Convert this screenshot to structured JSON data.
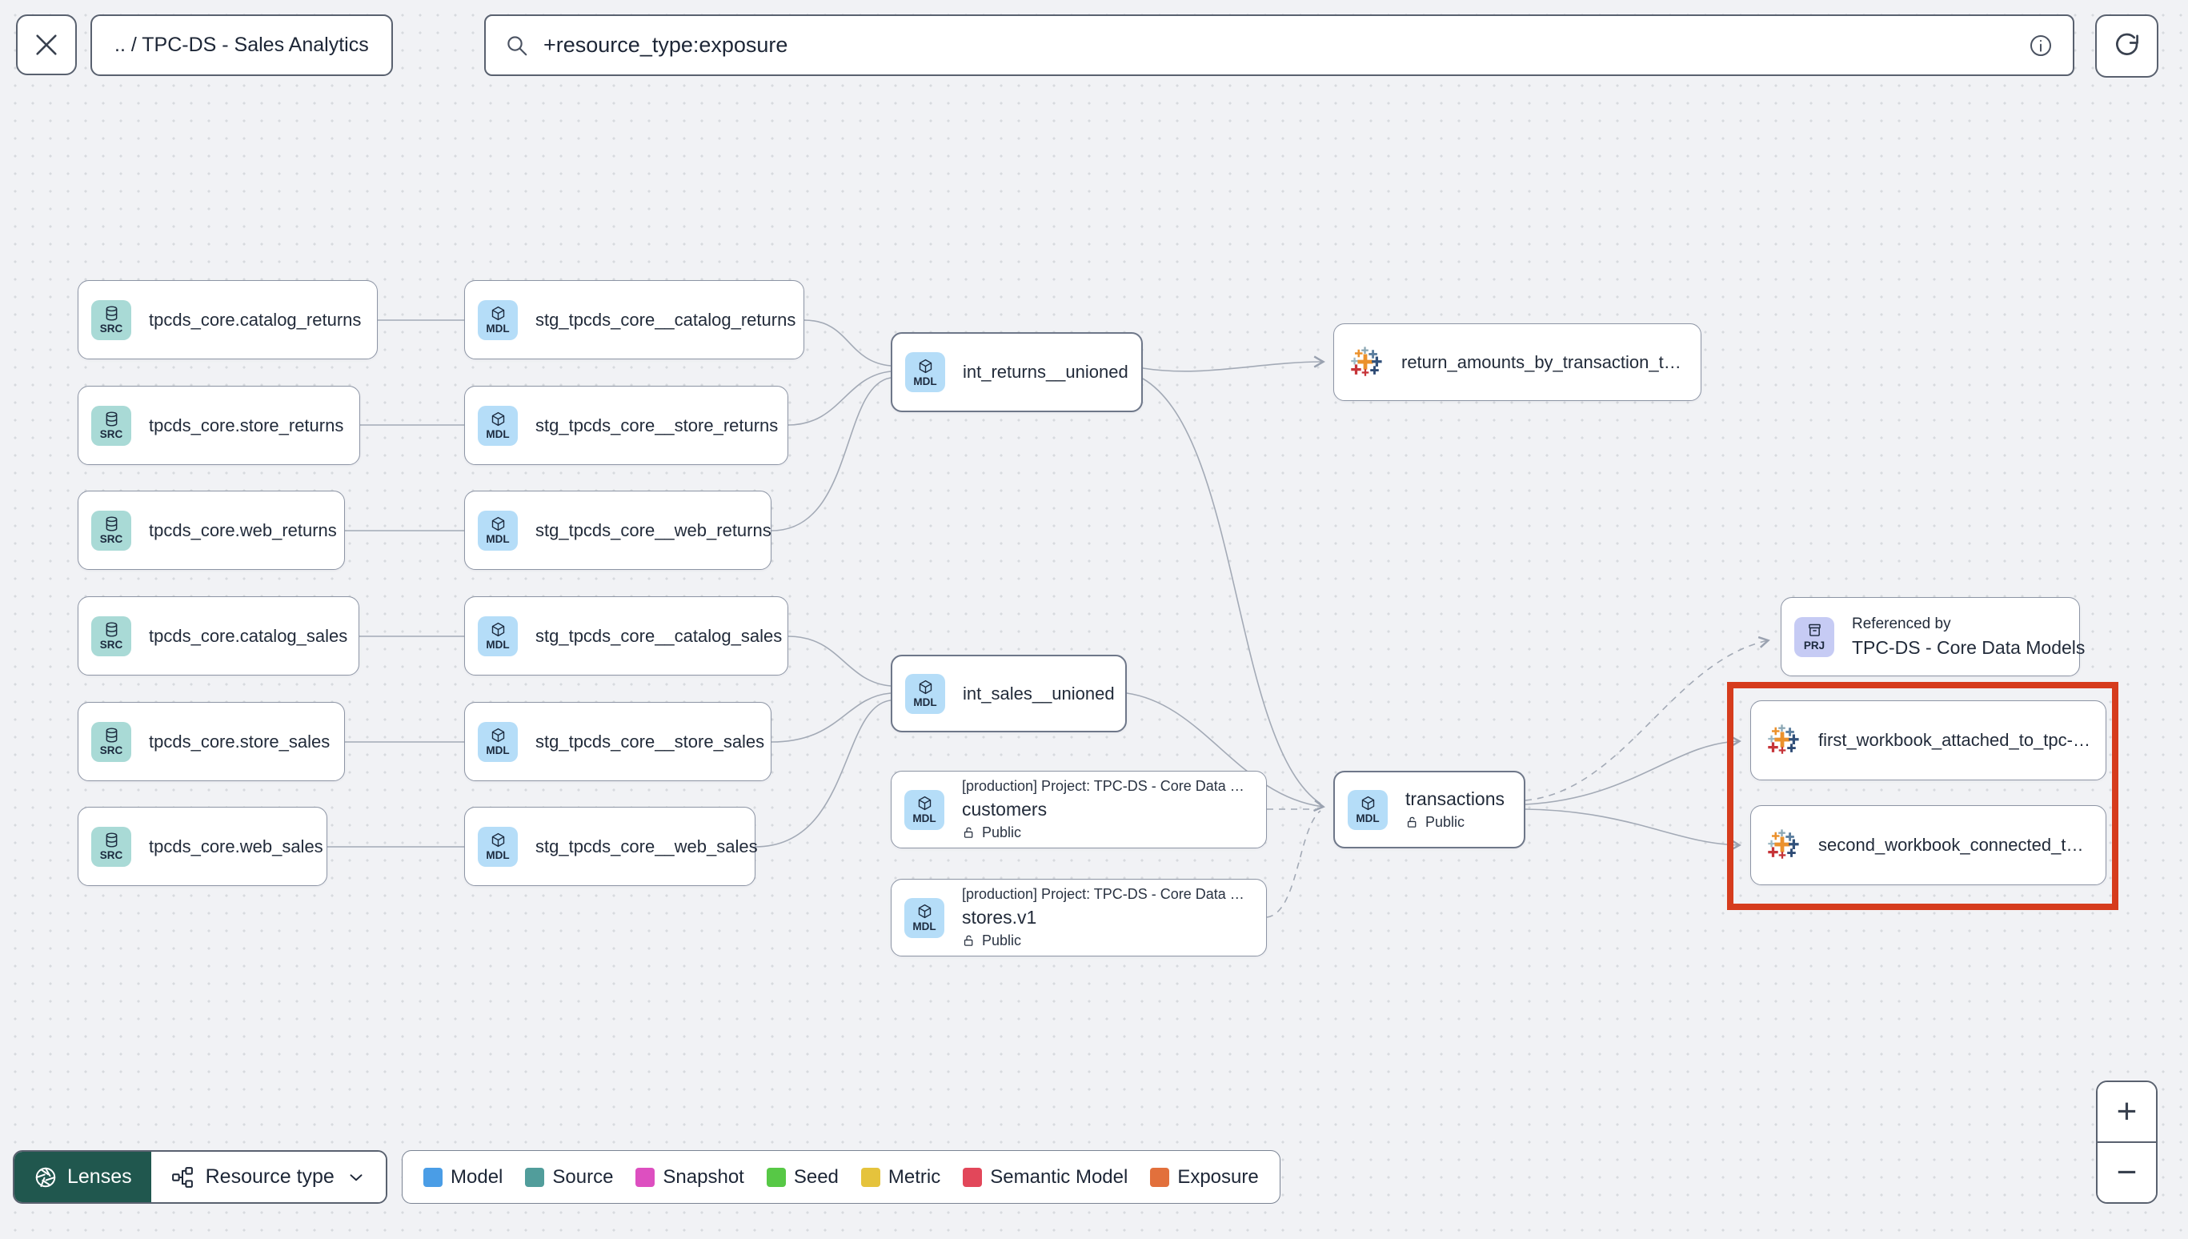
{
  "toolbar": {
    "breadcrumb": ".. / TPC-DS - Sales Analytics",
    "search_value": "+resource_type:exposure"
  },
  "nodes": {
    "src_catalog_returns": {
      "badge": "SRC",
      "label": "tpcds_core.catalog_returns"
    },
    "src_store_returns": {
      "badge": "SRC",
      "label": "tpcds_core.store_returns"
    },
    "src_web_returns": {
      "badge": "SRC",
      "label": "tpcds_core.web_returns"
    },
    "src_catalog_sales": {
      "badge": "SRC",
      "label": "tpcds_core.catalog_sales"
    },
    "src_store_sales": {
      "badge": "SRC",
      "label": "tpcds_core.store_sales"
    },
    "src_web_sales": {
      "badge": "SRC",
      "label": "tpcds_core.web_sales"
    },
    "stg_catalog_returns": {
      "badge": "MDL",
      "label": "stg_tpcds_core__catalog_returns"
    },
    "stg_store_returns": {
      "badge": "MDL",
      "label": "stg_tpcds_core__store_returns"
    },
    "stg_web_returns": {
      "badge": "MDL",
      "label": "stg_tpcds_core__web_returns"
    },
    "stg_catalog_sales": {
      "badge": "MDL",
      "label": "stg_tpcds_core__catalog_sales"
    },
    "stg_store_sales": {
      "badge": "MDL",
      "label": "stg_tpcds_core__store_sales"
    },
    "stg_web_sales": {
      "badge": "MDL",
      "label": "stg_tpcds_core__web_sales"
    },
    "int_returns": {
      "badge": "MDL",
      "label": "int_returns__unioned"
    },
    "int_sales": {
      "badge": "MDL",
      "label": "int_sales__unioned"
    },
    "exposure_return_amounts": {
      "label": "return_amounts_by_transaction_type"
    },
    "customers": {
      "badge": "MDL",
      "project": "[production] Project: TPC-DS - Core Data Mo…",
      "label": "customers",
      "visibility": "Public"
    },
    "stores": {
      "badge": "MDL",
      "project": "[production] Project: TPC-DS - Core Data Mo…",
      "label": "stores.v1",
      "visibility": "Public"
    },
    "transactions": {
      "badge": "MDL",
      "label": "transactions",
      "visibility": "Public"
    },
    "referenced_by": {
      "badge": "PRJ",
      "title": "Referenced by",
      "label": "TPC-DS - Core Data Models"
    },
    "exposure_first_workbook": {
      "label": "first_workbook_attached_to_tpc-ds_-_…"
    },
    "exposure_second_workbook": {
      "label": "second_workbook_connected_to_live…"
    }
  },
  "lenses_bar": {
    "lenses_label": "Lenses",
    "resource_type_label": "Resource type"
  },
  "legend": {
    "items": [
      {
        "label": "Model",
        "color": "#4a9de6"
      },
      {
        "label": "Source",
        "color": "#519d9b"
      },
      {
        "label": "Snapshot",
        "color": "#dd4fc0"
      },
      {
        "label": "Seed",
        "color": "#57c846"
      },
      {
        "label": "Metric",
        "color": "#e5c33c"
      },
      {
        "label": "Semantic Model",
        "color": "#e2475a"
      },
      {
        "label": "Exposure",
        "color": "#e2703c"
      }
    ]
  },
  "zoom_controls": {
    "zoom_in": "+",
    "zoom_out": "−"
  },
  "colors": {
    "selection_highlight": "#d63c1d",
    "src_badge_bg": "#a9dad6",
    "mdl_badge_bg": "#b5ddf8",
    "prj_badge_bg": "#c6cbf4",
    "edge": "#a3aab6",
    "lenses_button_bg": "#20574e"
  }
}
